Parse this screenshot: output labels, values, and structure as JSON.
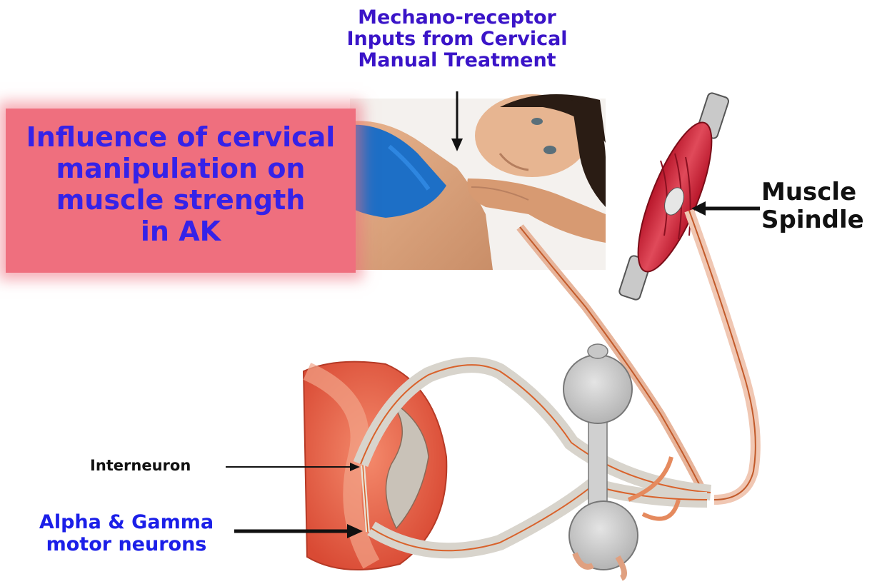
{
  "labels": {
    "top": [
      "Mechano-receptor",
      "Inputs from Cervical",
      "Manual Treatment"
    ],
    "title": [
      "Influence of cervical",
      "manipulation on",
      "muscle strength",
      "in AK"
    ],
    "muscle_spindle": [
      "Muscle",
      "Spindle"
    ],
    "interneuron": "Interneuron",
    "motor_neurons": [
      "Alpha & Gamma",
      "motor neurons"
    ]
  },
  "colors": {
    "title_box": "#ef6f7e",
    "title_text": "#3522e8",
    "top_text": "#3a14c8",
    "motor_text": "#1b1fe8",
    "nerve": "#d9622b",
    "spindle": "#d42a3a",
    "spinal_cord": "#ef6d52"
  }
}
